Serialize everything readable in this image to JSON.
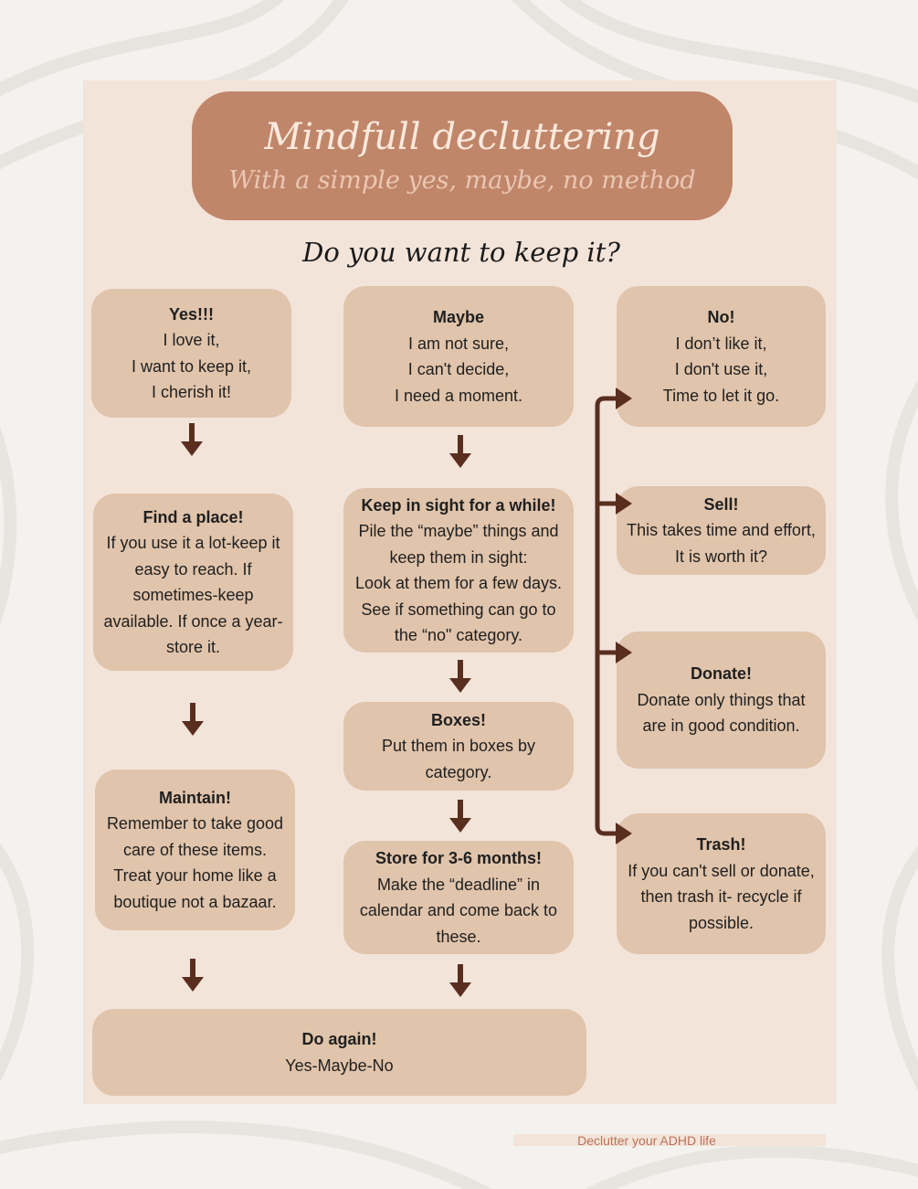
{
  "header": {
    "title": "Mindfull decluttering",
    "subtitle": "With a simple yes, maybe, no method"
  },
  "question": "Do you want to keep it?",
  "boxes": {
    "yes": {
      "heading": "Yes!!!",
      "lines": [
        "I love it,",
        "I want to keep it,",
        "I cherish it!"
      ]
    },
    "maybe": {
      "heading": "Maybe",
      "lines": [
        "I am not sure,",
        "I can't decide,",
        "I need a moment."
      ]
    },
    "no": {
      "heading": "No!",
      "lines": [
        "I don’t like it,",
        "I don't use it,",
        "Time to let it go."
      ]
    },
    "find_place": {
      "heading": "Find a place!",
      "lines": [
        "If you use it a lot-keep it",
        "easy to reach. If",
        "sometimes-keep",
        "available. If once a year-",
        "store it."
      ]
    },
    "keep_sight": {
      "heading": "Keep in sight for a while!",
      "lines": [
        "Pile the “maybe” things and",
        "keep them in sight:",
        "Look at them for a few days.",
        "See if something can go to",
        "the “no\" category."
      ]
    },
    "sell": {
      "heading": "Sell!",
      "lines": [
        "This takes time and effort,",
        "It is worth it?"
      ]
    },
    "boxes": {
      "heading": "Boxes!",
      "lines": [
        "Put them in boxes by",
        "category."
      ]
    },
    "donate": {
      "heading": "Donate!",
      "lines": [
        "Donate only things that",
        "are in good condition."
      ]
    },
    "maintain": {
      "heading": "Maintain!",
      "lines": [
        "Remember to take good",
        "care of these items.",
        "Treat your home like a",
        "boutique not a bazaar."
      ]
    },
    "store": {
      "heading": "Store for 3-6 months!",
      "lines": [
        "Make the “deadline” in",
        "calendar and come back to",
        "these."
      ]
    },
    "trash": {
      "heading": "Trash!",
      "lines": [
        "If you can't sell or donate,",
        "then trash it- recycle if",
        "possible."
      ]
    },
    "again": {
      "heading": "Do again!",
      "lines": [
        "Yes-Maybe-No"
      ]
    }
  },
  "footer": "Declutter your ADHD life",
  "colors": {
    "header_bg": "#c0866a",
    "panel_bg": "#f3e4da",
    "box_bg": "#e0c4ab",
    "arrow": "#5a2e1f"
  }
}
